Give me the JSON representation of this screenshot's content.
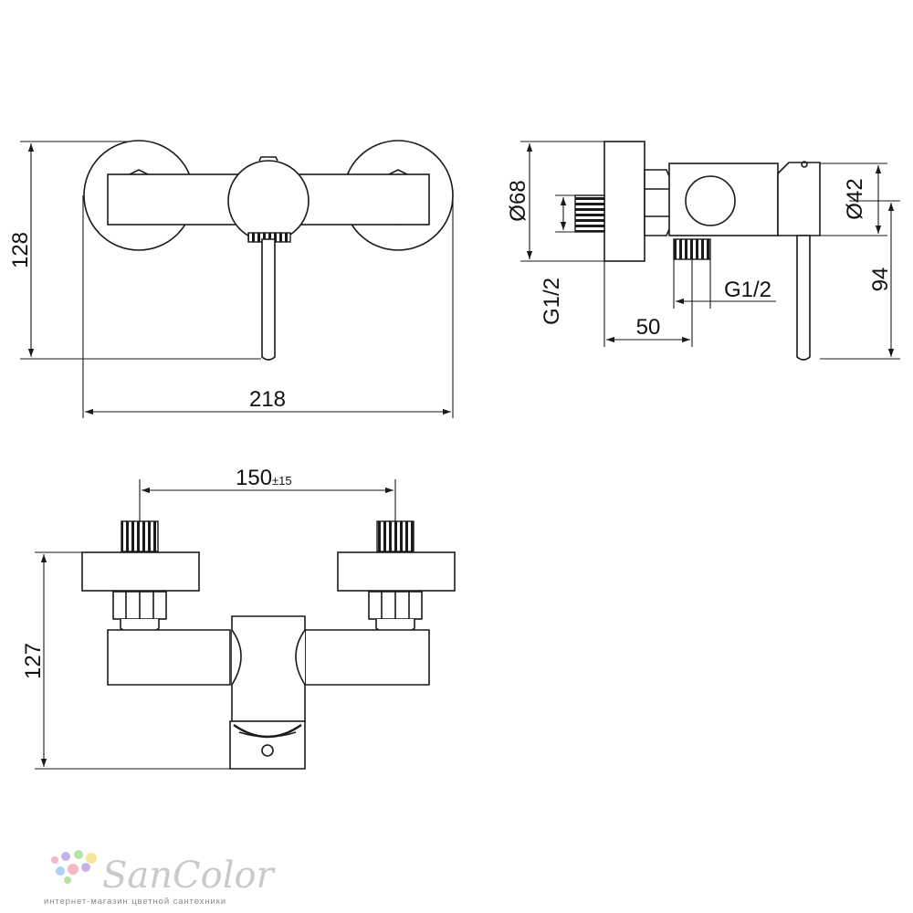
{
  "dimensions": {
    "overall_width": "218",
    "overall_height": "128",
    "centre_distance": "150",
    "centre_tolerance": "±15",
    "front_height": "127",
    "wall_diameter": "Ø68",
    "body_diameter": "Ø42",
    "inlet_thread": "G1/2",
    "outlet_thread": "G1/2",
    "projection": "50",
    "lever_height": "94"
  },
  "logo": {
    "name": "SanColor",
    "tagline": "интернет-магазин цветной сантехники",
    "colors": [
      "#f4b8c8",
      "#c7b3e6",
      "#b5e3a4",
      "#f6e59a",
      "#a9d3f2"
    ]
  },
  "colors": {
    "line": "#1a1a1a",
    "logo_text": "#c9c9c9"
  }
}
